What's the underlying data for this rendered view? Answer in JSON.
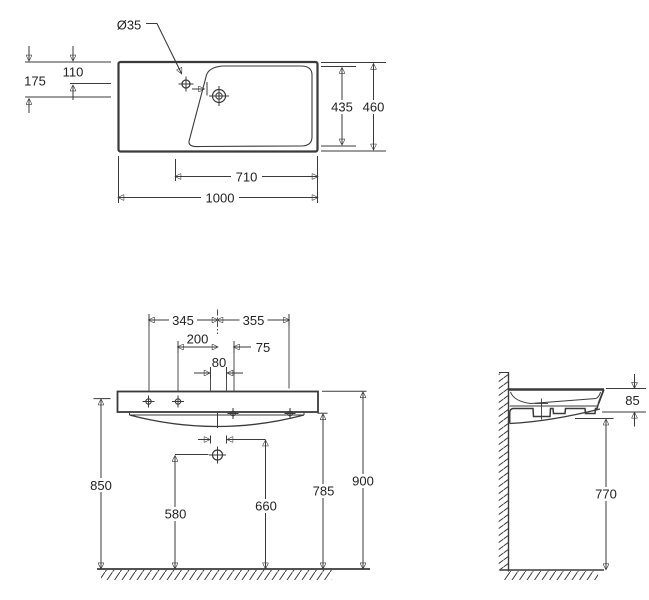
{
  "drawing": {
    "kind": "technical-dimension-drawing",
    "subject": "wall-hung-washbasin",
    "units": "mm",
    "colors": {
      "line": "#3a3a3a",
      "text": "#222222",
      "background": "#ffffff"
    }
  },
  "dims": {
    "top": {
      "faucet_hole_diameter": "Ø35",
      "faucet_offset_from_back": "110",
      "drain_offset_from_back": "175",
      "inner_depth": "435",
      "overall_depth": "460",
      "bowl_width": "710",
      "overall_width": "1000"
    },
    "front": {
      "left_hole_to_centre": "345",
      "centre_to_right_hole": "355",
      "hole_to_centre": "200",
      "centre_offset": "75",
      "drain_spacing": "80",
      "height_rim": "850",
      "height_trap_centre": "580",
      "height_drain": "660",
      "height_underside": "785",
      "height_top": "900"
    },
    "side": {
      "front_edge_thickness": "85",
      "clearance_below": "770"
    }
  }
}
